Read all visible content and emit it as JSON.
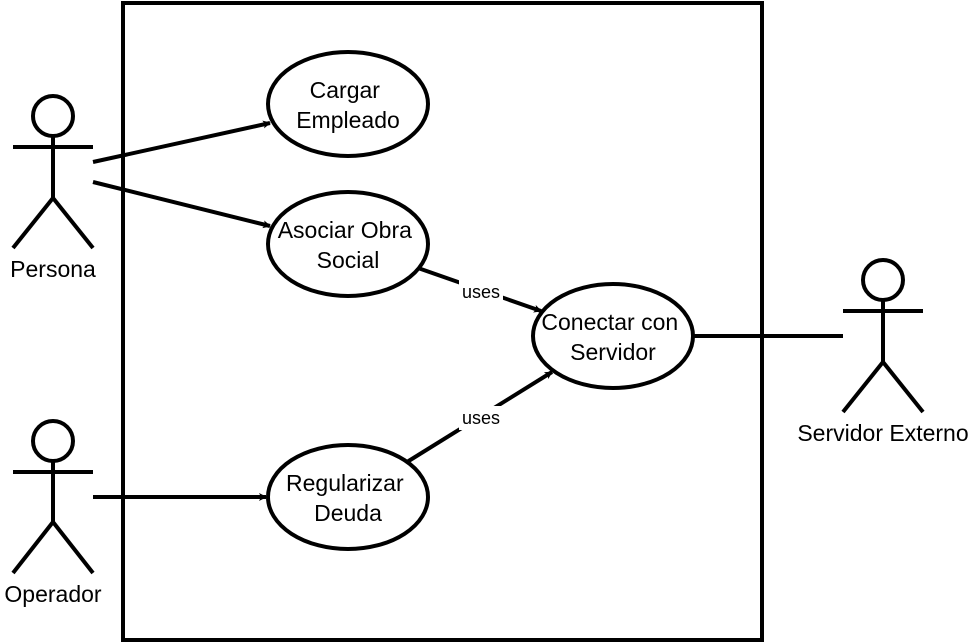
{
  "actors": {
    "persona": "Persona",
    "operador": "Operador",
    "servidor_externo": "Servidor Externo"
  },
  "use_cases": {
    "cargar_empleado": [
      "Cargar",
      "Empleado"
    ],
    "asociar_obra_social": [
      "Asociar Obra",
      "Social"
    ],
    "regularizar_deuda": [
      "Regularizar",
      "Deuda"
    ],
    "conectar_con_servidor": [
      "Conectar con",
      "Servidor"
    ]
  },
  "relations": {
    "asociar_uses_label": "uses",
    "regularizar_uses_label": "uses"
  }
}
